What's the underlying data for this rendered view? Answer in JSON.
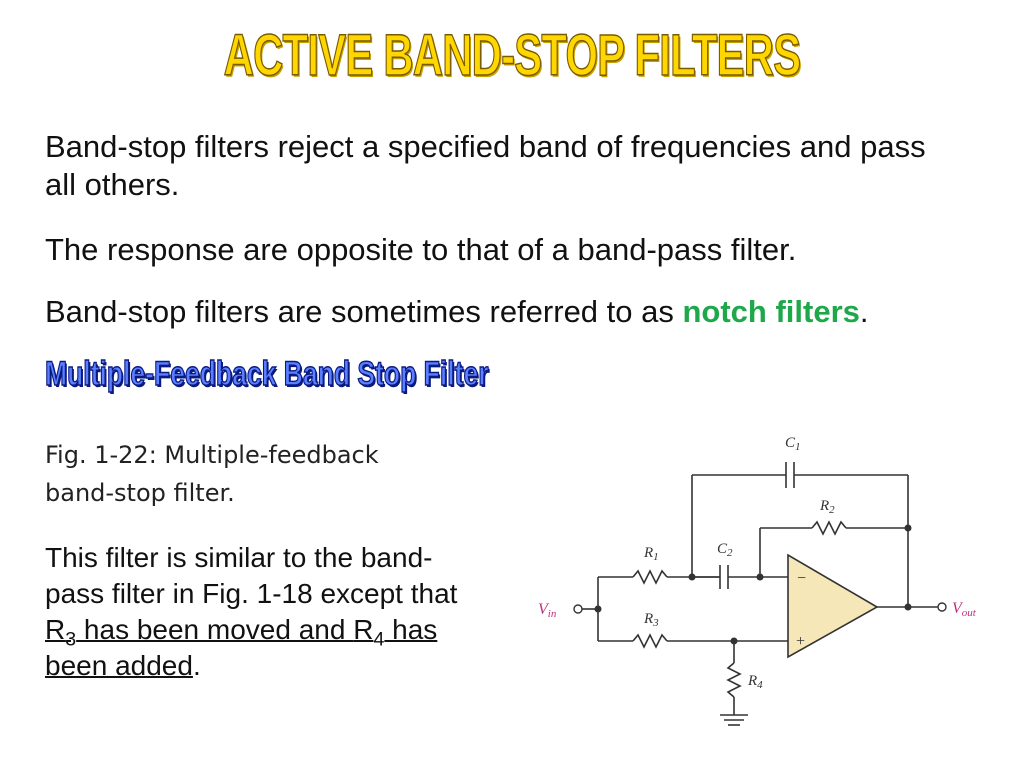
{
  "title": "ACTIVE BAND-STOP FILTERS",
  "paragraphs": {
    "p1": "Band-stop filters reject a specified band of frequencies and pass all others.",
    "p2": "The response are opposite to that of a band-pass filter.",
    "p3_prefix": "Band-stop filters are sometimes referred to as ",
    "p3_highlight": "notch filters",
    "p3_suffix": "."
  },
  "subheading": "Multiple-Feedback Band Stop Filter",
  "caption": "Fig. 1-22: Multiple-feedback band-stop filter.",
  "body": {
    "part1": "This filter is similar to the band-pass filter in Fig. 1-18 except that ",
    "r3": "R",
    "r3_sub": "3",
    "part2": " has been moved and ",
    "r4": "R",
    "r4_sub": "4",
    "part3": " has been added",
    "part4": "."
  },
  "circuit": {
    "labels": {
      "c1": "C",
      "c1_sub": "1",
      "c2": "C",
      "c2_sub": "2",
      "r1": "R",
      "r1_sub": "1",
      "r2": "R",
      "r2_sub": "2",
      "r3": "R",
      "r3_sub": "3",
      "r4": "R",
      "r4_sub": "4",
      "vin": "V",
      "vin_sub": "in",
      "vout": "V",
      "vout_sub": "out",
      "minus": "−",
      "plus": "+"
    },
    "colors": {
      "wire": "#333333",
      "opamp_fill": "#f5e7b8",
      "vin_vout": "#c0307a"
    }
  }
}
